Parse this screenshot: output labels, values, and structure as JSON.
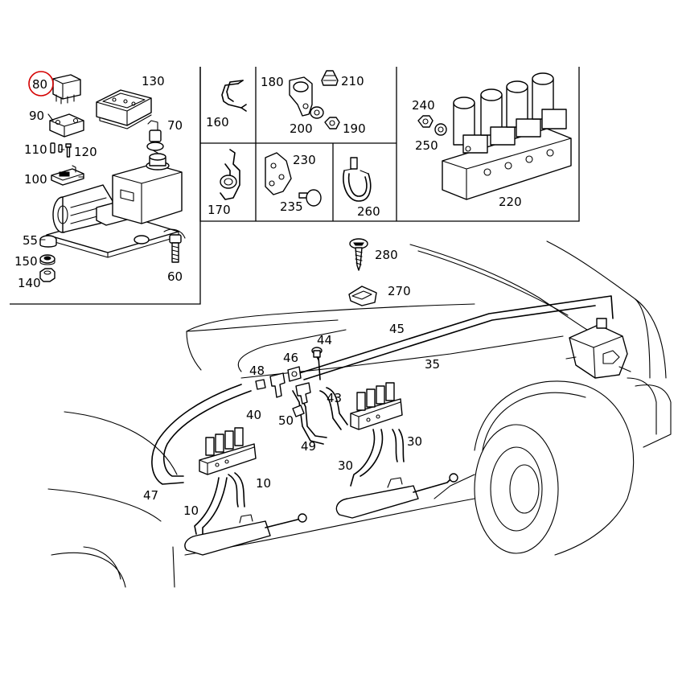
{
  "highlight_color": "#d40000",
  "callouts": {
    "c80": "80",
    "c130": "130",
    "c90": "90",
    "c70": "70",
    "c110": "110",
    "c120": "120",
    "c100": "100",
    "c55": "55",
    "c150": "150",
    "c140": "140",
    "c60": "60",
    "c160": "160",
    "c180": "180",
    "c210": "210",
    "c200": "200",
    "c190": "190",
    "c240": "240",
    "c250": "250",
    "c220": "220",
    "c170": "170",
    "c230": "230",
    "c235": "235",
    "c260": "260",
    "c280": "280",
    "c270": "270",
    "c45": "45",
    "c44": "44",
    "c46": "46",
    "c48": "48",
    "c35": "35",
    "c43": "43",
    "c40": "40",
    "c50": "50",
    "c49": "49",
    "c30a": "30",
    "c30b": "30",
    "c47": "47",
    "c10a": "10",
    "c10b": "10"
  }
}
